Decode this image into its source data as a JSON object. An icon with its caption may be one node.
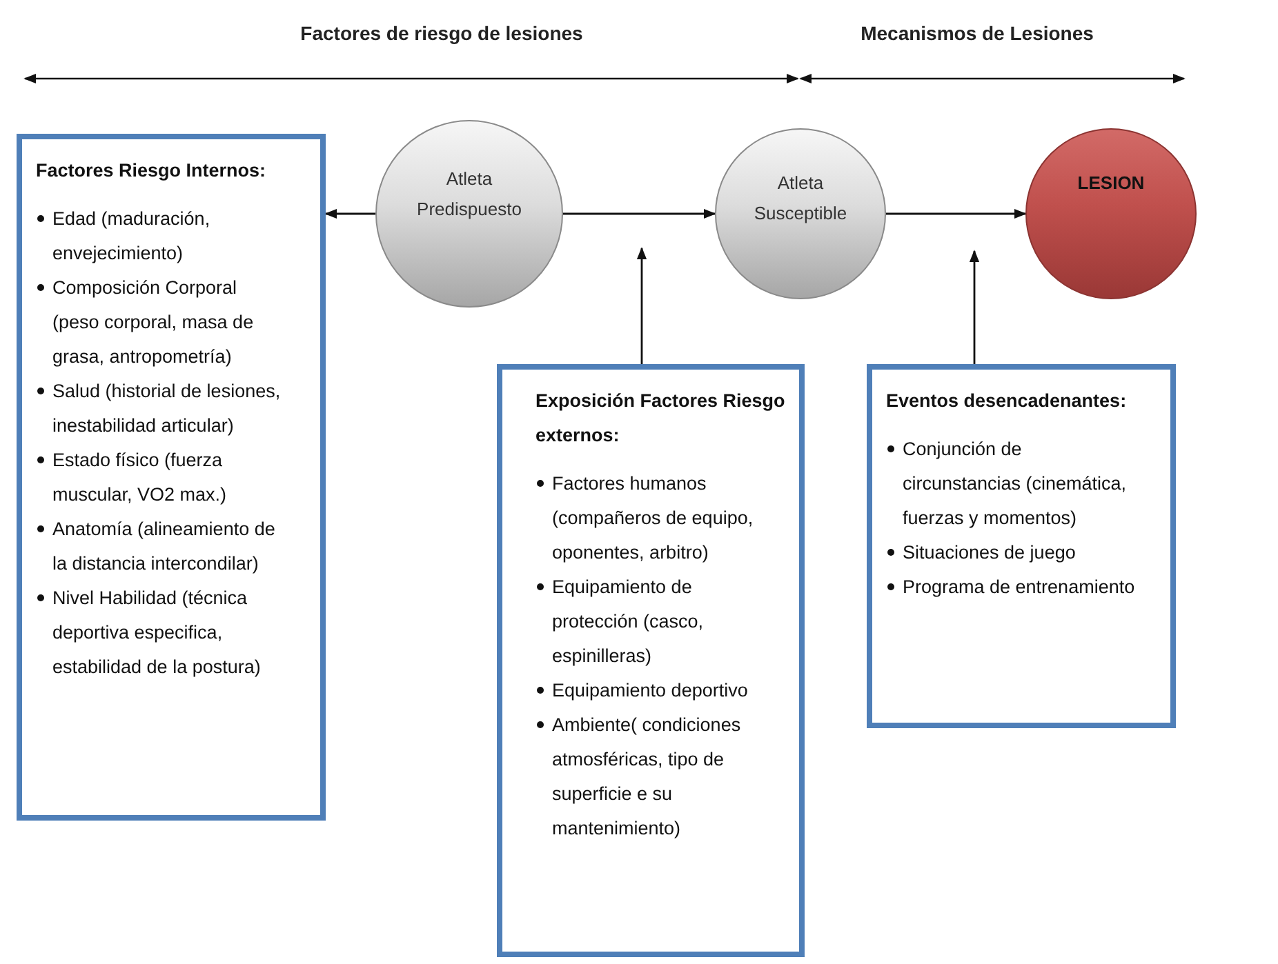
{
  "diagram": {
    "nodes": [
      {
        "text": [
          "Factores Riesgo Internos:",
          "Edad (maduración, envejecimiento)",
          "Composición Corporal (peso corporal, masa de grasa, antropometría)",
          "Salud (historial de lesiones, inestabilidad articular)",
          "Estado físico (fuerza muscular, VO2 max.)",
          "Anatomía (alineamiento de la distancia intercondilar)",
          "Nivel Habilidad (técnica deportiva especifica, estabilidad de la postura)"
        ]
      },
      {
        "text": [
          "Atleta Predispuesto"
        ]
      },
      {
        "text": [
          "Atleta Susceptible"
        ]
      },
      {
        "text": [
          "LESION"
        ]
      },
      {
        "text": [
          "Exposición Factores Riesgo externos:",
          "Factores humanos (compañeros de equipo, oponentes, arbitro)",
          "Equipamiento de protección (casco, espinilleras)",
          "Equipamiento deportivo",
          "Ambiente( condiciones atmosféricas, tipo de superficie e su mantenimiento)"
        ]
      },
      {
        "text": [
          "Eventos desencadenantes:",
          "Conjunción de circunstancias (cinemática, fuerzas y momentos)",
          "Situaciones de juego",
          "Programa de entrenamiento"
        ]
      }
    ],
    "edges": [
      {
        "from": 1,
        "to": 0,
        "arrow": "to"
      },
      {
        "from": 1,
        "to": 2,
        "arrow": "to"
      },
      {
        "from": 2,
        "to": 3,
        "arrow": "to"
      },
      {
        "from": 4,
        "to": null,
        "arrow": "to"
      },
      {
        "from": 5,
        "to": null,
        "arrow": "to"
      }
    ],
    "labels": [
      "Factores de riesgo de lesiones",
      "Mecanismos de Lesiones"
    ]
  }
}
